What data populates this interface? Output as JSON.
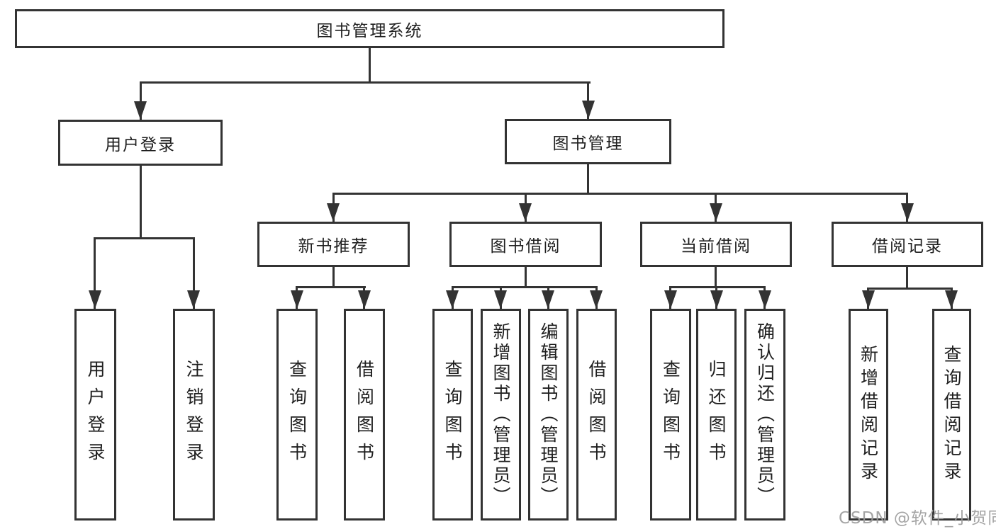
{
  "tree": {
    "label": "图书管理系统",
    "children": [
      {
        "label": "用户登录",
        "children": [
          {
            "label": "用户登录"
          },
          {
            "label": "注销登录"
          }
        ]
      },
      {
        "label": "图书管理",
        "children": [
          {
            "label": "新书推荐",
            "children": [
              {
                "label": "查询图书"
              },
              {
                "label": "借阅图书"
              }
            ]
          },
          {
            "label": "图书借阅",
            "children": [
              {
                "label": "查询图书"
              },
              {
                "label": "新增图书（管理员）"
              },
              {
                "label": "编辑图书（管理员）"
              },
              {
                "label": "借阅图书"
              }
            ]
          },
          {
            "label": "当前借阅",
            "children": [
              {
                "label": "查询图书"
              },
              {
                "label": "归还图书"
              },
              {
                "label": "确认归还（管理员）"
              }
            ]
          },
          {
            "label": "借阅记录",
            "children": [
              {
                "label": "新增借阅记录"
              },
              {
                "label": "查询借阅记录"
              }
            ]
          }
        ]
      }
    ]
  },
  "watermark": {
    "text": "CSDN @软件_小贺同学",
    "color": "#9a9a9a"
  },
  "colors": {
    "line": "#333333",
    "box_border": "#333333",
    "text": "#1f1f1f",
    "background": "#ffffff"
  }
}
